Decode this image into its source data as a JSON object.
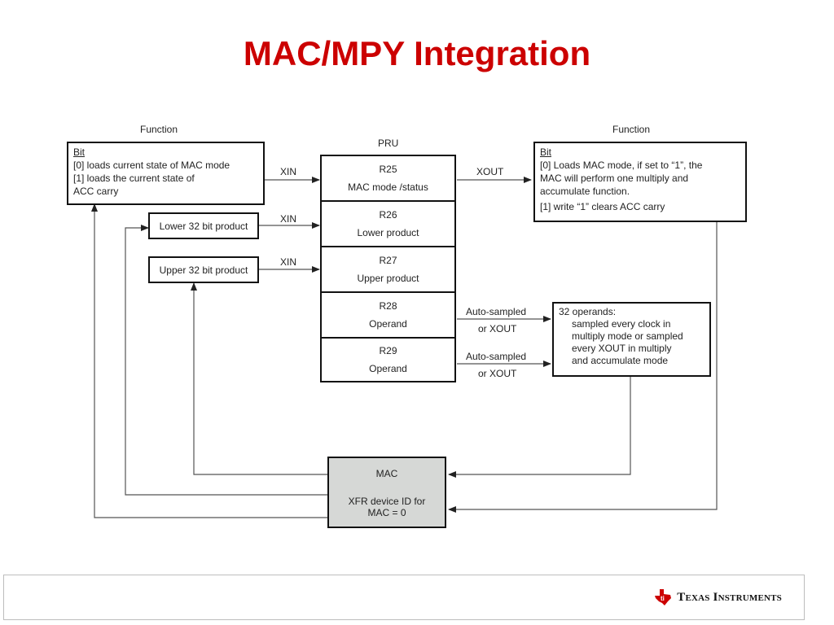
{
  "title": "MAC/MPY Integration",
  "labels": {
    "function_left": "Function",
    "function_right": "Function",
    "pru": "PRU",
    "xin_1": "XIN",
    "xin_2": "XIN",
    "xin_3": "XIN",
    "xout": "XOUT",
    "auto1_line1": "Auto-sampled",
    "auto1_line2": "or XOUT",
    "auto2_line1": "Auto-sampled",
    "auto2_line2": "or XOUT"
  },
  "left_box": {
    "heading": "Bit",
    "line1": "[0] loads current state of MAC  mode",
    "line2": "[1] loads the current state of",
    "line3": "ACC  carry"
  },
  "right_box": {
    "heading": "Bit",
    "line1": "[0] Loads MAC  mode, if set to “1”, the",
    "line2": "MAC will perform one multiply and",
    "line3": "accumulate function.",
    "line4": "[1] write “1” clears ACC  carry"
  },
  "lower_box": "Lower 32 bit product",
  "upper_box": "Upper 32 bit product",
  "registers": [
    {
      "name": "R25",
      "desc": "MAC mode /status"
    },
    {
      "name": "R26",
      "desc": "Lower product"
    },
    {
      "name": "R27",
      "desc": "Upper product"
    },
    {
      "name": "R28",
      "desc": "Operand"
    },
    {
      "name": "R29",
      "desc": "Operand"
    }
  ],
  "operands_box": {
    "line1": "32 operands:",
    "line2": "sampled every clock in",
    "line3": "multiply mode or sampled",
    "line4": "every XOUT in multiply",
    "line5": "and accumulate mode"
  },
  "mac_box": {
    "line1": "MAC",
    "line2": "XFR device ID for",
    "line3": "MAC = 0"
  },
  "footer": {
    "brand": "Texas Instruments",
    "brand_color": "#cc0000",
    "logo_icon": "texas-state-logo"
  },
  "colors": {
    "title": "#cc0000",
    "mac_fill": "#d6d8d6"
  }
}
